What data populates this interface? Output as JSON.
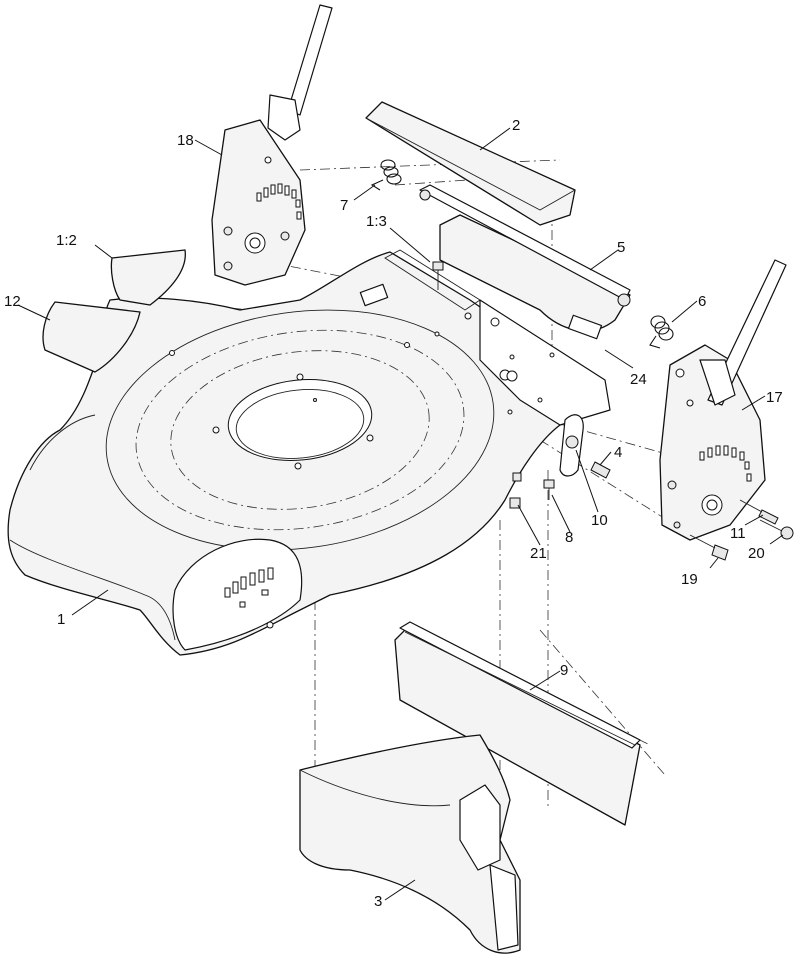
{
  "callouts": [
    {
      "id": "c1",
      "label": "1"
    },
    {
      "id": "c12",
      "label": "1:2"
    },
    {
      "id": "c13",
      "label": "1:3"
    },
    {
      "id": "c2",
      "label": "2"
    },
    {
      "id": "c3",
      "label": "3"
    },
    {
      "id": "c4",
      "label": "4"
    },
    {
      "id": "c5",
      "label": "5"
    },
    {
      "id": "c6",
      "label": "6"
    },
    {
      "id": "c7",
      "label": "7"
    },
    {
      "id": "c8",
      "label": "8"
    },
    {
      "id": "c9",
      "label": "9"
    },
    {
      "id": "c10",
      "label": "10"
    },
    {
      "id": "c11",
      "label": "11"
    },
    {
      "id": "c12b",
      "label": "12"
    },
    {
      "id": "c17",
      "label": "17"
    },
    {
      "id": "c18",
      "label": "18"
    },
    {
      "id": "c19",
      "label": "19"
    },
    {
      "id": "c20",
      "label": "20"
    },
    {
      "id": "c21",
      "label": "21"
    },
    {
      "id": "c24",
      "label": "24"
    }
  ]
}
